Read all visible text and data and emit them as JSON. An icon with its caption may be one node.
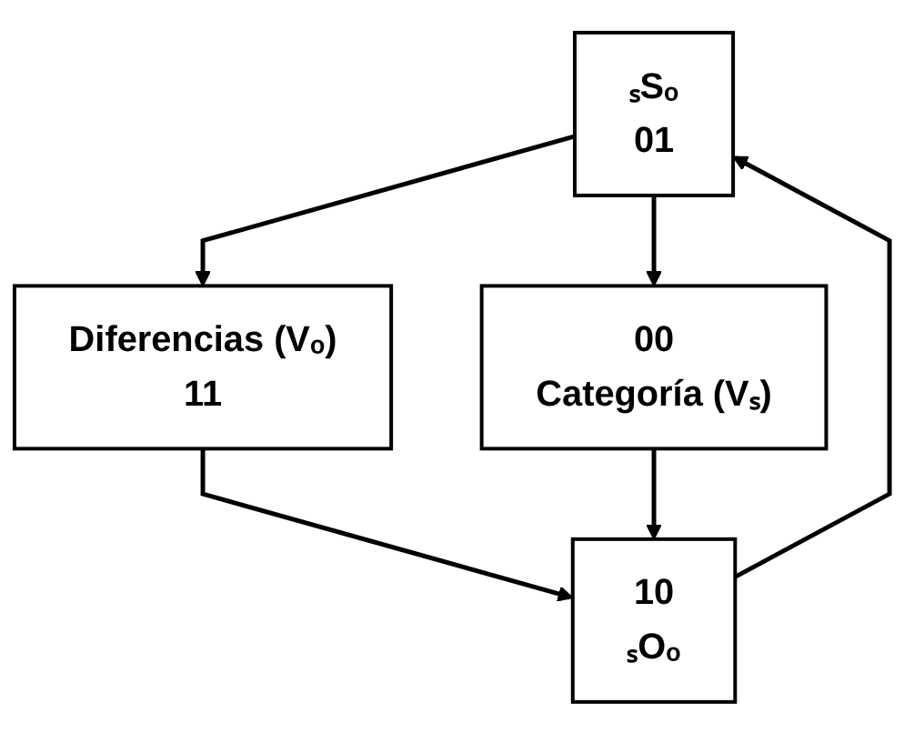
{
  "diagram": {
    "nodes": [
      {
        "text": [
          "ₛSₒ",
          "01"
        ]
      },
      {
        "text": [
          "Diferencias (Vₒ)",
          "11"
        ]
      },
      {
        "text": [
          "00",
          "Categoría (Vₛ)"
        ]
      },
      {
        "text": [
          "10",
          "ₛOₒ"
        ]
      }
    ],
    "edges": [
      {
        "from": 0,
        "to": 1,
        "arrow": "to"
      },
      {
        "from": 1,
        "to": 3,
        "arrow": "to"
      },
      {
        "from": 0,
        "to": 2,
        "arrow": "to"
      },
      {
        "from": 2,
        "to": 3,
        "arrow": "to"
      },
      {
        "from": 3,
        "to": 0,
        "arrow": "to"
      }
    ]
  }
}
